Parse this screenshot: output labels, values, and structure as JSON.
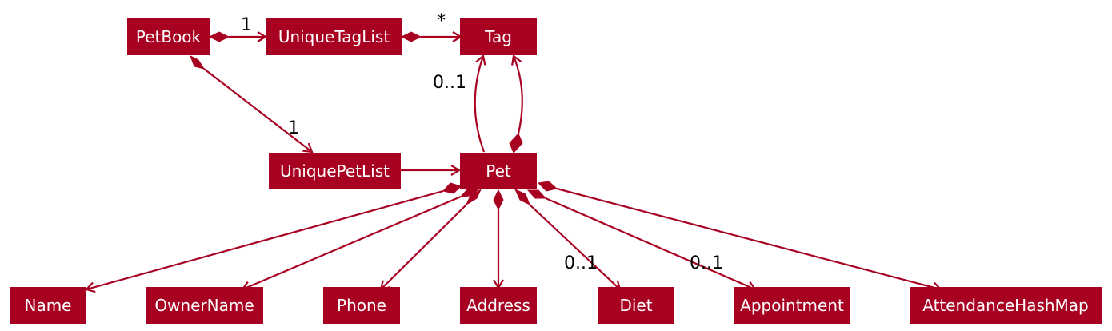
{
  "diagram": {
    "classes": {
      "petbook": "PetBook",
      "unique_tag_list": "UniqueTagList",
      "tag": "Tag",
      "unique_pet_list": "UniquePetList",
      "pet": "Pet",
      "name": "Name",
      "owner_name": "OwnerName",
      "phone": "Phone",
      "address": "Address",
      "diet": "Diet",
      "appointment": "Appointment",
      "attendance_hash_map": "AttendanceHashMap"
    },
    "multiplicities": {
      "petbook_to_tag_list": "1",
      "tag_list_to_tag": "*",
      "petbook_to_pet_list": "1",
      "pet_to_tag": "0..1",
      "pet_to_diet": "0..1",
      "pet_to_appointment": "0..1"
    },
    "colors": {
      "accent": "#a80021",
      "label": "#ffffff",
      "multiplicity": "#000000"
    }
  }
}
